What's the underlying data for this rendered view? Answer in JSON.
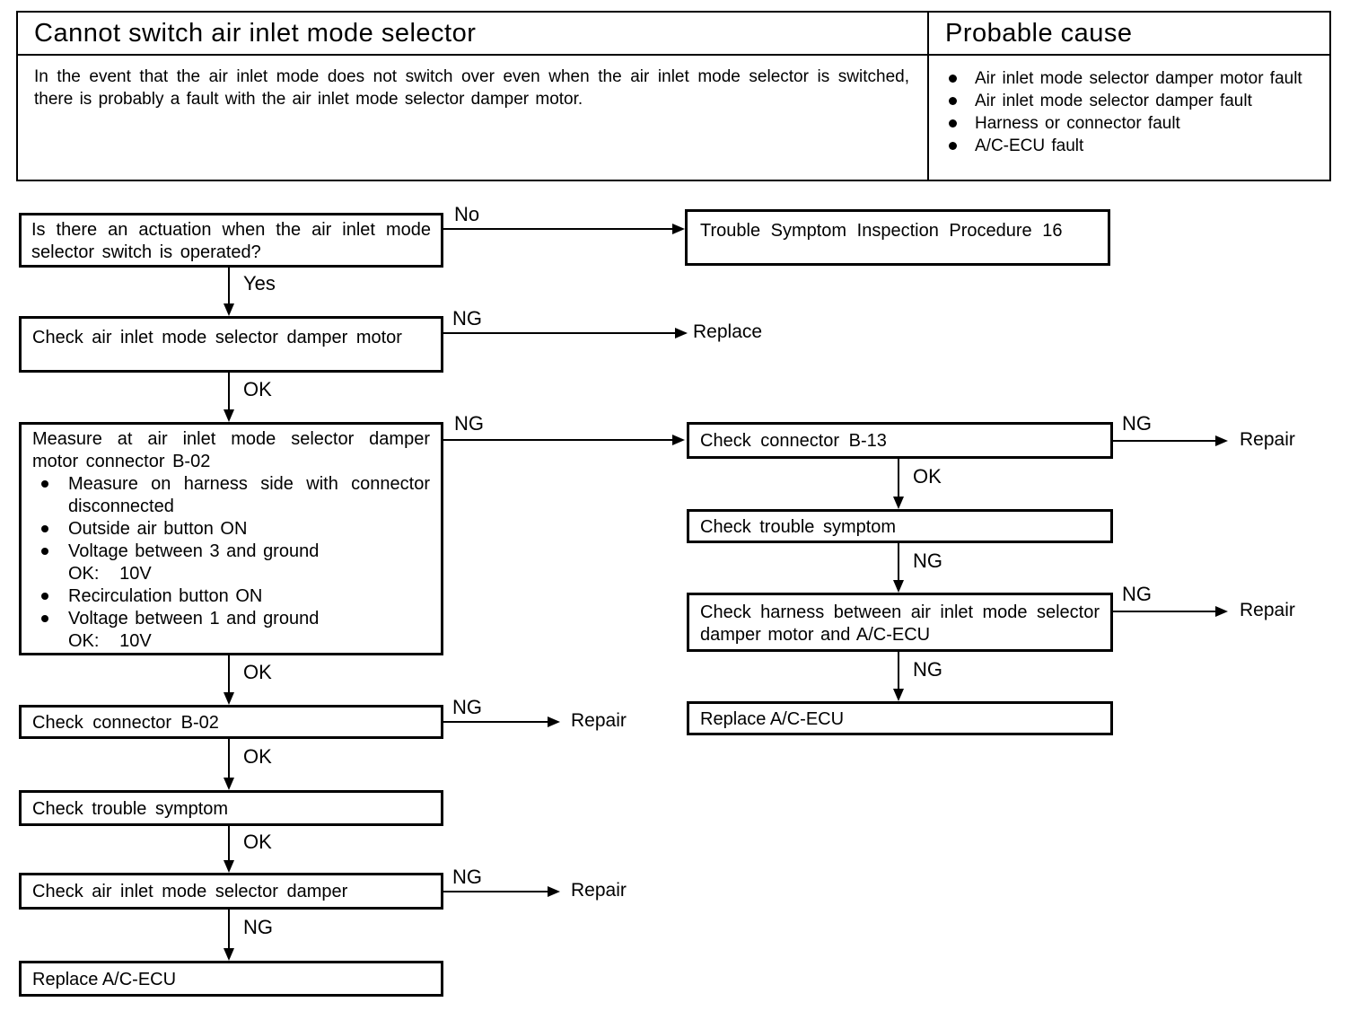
{
  "header_table": {
    "title": "Cannot switch air inlet mode selector",
    "description": "In the event that the air inlet mode does not switch over even when the air inlet mode selector is switched, there is probably a fault with the air inlet mode selector damper motor.",
    "cause_title": "Probable cause",
    "causes": [
      "Air inlet mode selector damper motor fault",
      "Air inlet mode selector damper fault",
      "Harness or connector fault",
      "A/C-ECU fault"
    ]
  },
  "flowchart": {
    "nodes": {
      "q_actuation": "Is there an actuation when the air inlet mode selector switch is operated?",
      "trouble_symptom_procedure": "Trouble Symptom Inspection Procedure 16",
      "check_damper_motor": "Check air inlet mode selector damper motor",
      "measure_heading": "Measure at air inlet mode selector damper motor connector B-02",
      "measure_bullets": [
        {
          "line1": "Measure on harness side with connector disconnected"
        },
        {
          "line1": "Outside air button ON"
        },
        {
          "line1": "Voltage between 3 and ground",
          "line2": "OK:   10V"
        },
        {
          "line1": "Recirculation button ON"
        },
        {
          "line1": "Voltage between 1 and ground",
          "line2": "OK:   10V"
        }
      ],
      "check_connector_b13": "Check connector B-13",
      "check_trouble_symptom_right": "Check trouble symptom",
      "check_harness": "Check harness between air inlet mode selector damper motor and A/C-ECU",
      "replace_ac_ecu_right": "Replace A/C-ECU",
      "check_connector_b02": "Check connector B-02",
      "check_trouble_symptom_left": "Check trouble symptom",
      "check_damper": "Check air inlet mode selector damper",
      "replace_ac_ecu_left": "Replace A/C-ECU"
    },
    "labels": {
      "yes": "Yes",
      "no": "No",
      "ok": "OK",
      "ng": "NG",
      "replace": "Replace",
      "repair": "Repair"
    }
  }
}
